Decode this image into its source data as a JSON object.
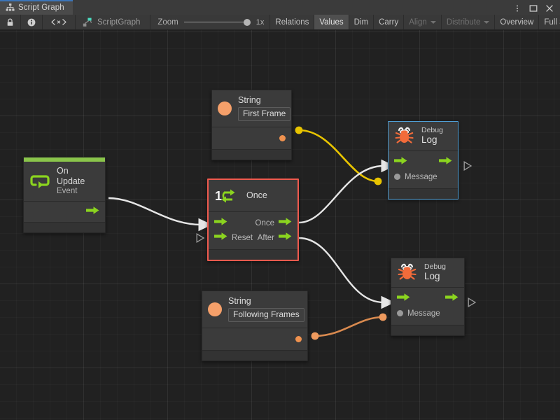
{
  "window": {
    "tab_title": "Script Graph",
    "tab_icon": "hierarchy-icon",
    "controls": [
      {
        "name": "window-menu-button",
        "glyph": "more-vertical-icon"
      },
      {
        "name": "window-maximize-button",
        "glyph": "maximize-icon"
      },
      {
        "name": "window-close-button",
        "glyph": "close-icon"
      }
    ]
  },
  "toolbar": {
    "lock_icon": "lock-icon",
    "info_icon": "info-icon",
    "code_icon": "angle-brackets-icon",
    "breadcrumb_label": "ScriptGraph",
    "breadcrumb_icon": "script-graph-icon",
    "zoom_label": "Zoom",
    "zoom_value": "1x",
    "buttons": [
      {
        "label": "Relations",
        "state": "normal"
      },
      {
        "label": "Values",
        "state": "active"
      },
      {
        "label": "Dim",
        "state": "normal"
      },
      {
        "label": "Carry",
        "state": "normal"
      },
      {
        "label": "Align",
        "state": "disabled",
        "dropdown": true
      },
      {
        "label": "Distribute",
        "state": "disabled",
        "dropdown": true
      },
      {
        "label": "Overview",
        "state": "normal"
      },
      {
        "label": "Full Screen",
        "state": "normal"
      }
    ]
  },
  "colors": {
    "accent_green": "#8ac54b",
    "flow_green": "#7fd33b",
    "string_orange": "#f5a06a",
    "wire_yellow": "#e8c400",
    "wire_orange": "#d98a4f",
    "wire_white": "#e8e8e8",
    "selection_red": "#f05a4e",
    "selection_blue": "#4f9fd6",
    "canvas_bg": "#212121",
    "node_bg": "#3b3b3b"
  },
  "nodes": {
    "on_update": {
      "title": "On Update",
      "subtitle": "Event",
      "icon": "event-loop-icon",
      "output_flow": "flow-out-port"
    },
    "string_first": {
      "title": "String",
      "icon": "string-value-icon",
      "value": "First Frame",
      "output": "value-out-port"
    },
    "string_following": {
      "title": "String",
      "icon": "string-value-icon",
      "value": "Following Frames",
      "output": "value-out-port"
    },
    "once": {
      "title": "Once",
      "icon": "once-counter-icon",
      "badge": "1",
      "inputs": [
        {
          "label": "",
          "name": "flow-in-port"
        },
        {
          "label": "Reset",
          "name": "reset-in-port"
        }
      ],
      "outputs": [
        {
          "label": "Once",
          "name": "once-out-port"
        },
        {
          "label": "After",
          "name": "after-out-port"
        }
      ],
      "selected": true
    },
    "debug_log_top": {
      "title_small": "Debug",
      "title_large": "Log",
      "icon": "bug-icon",
      "input_label": "Message",
      "selected": true
    },
    "debug_log_bottom": {
      "title_small": "Debug",
      "title_large": "Log",
      "icon": "bug-icon",
      "input_label": "Message",
      "selected": false
    }
  },
  "connections": [
    {
      "from": "on_update.flow_out",
      "to": "once.flow_in",
      "type": "flow",
      "color": "#e8e8e8"
    },
    {
      "from": "string_first.value_out",
      "to": "debug_log_top.message",
      "type": "value",
      "color": "#e8c400"
    },
    {
      "from": "once.once_out",
      "to": "debug_log_top.flow_in",
      "type": "flow",
      "color": "#e8e8e8"
    },
    {
      "from": "once.after_out",
      "to": "debug_log_bottom.flow_in",
      "type": "flow",
      "color": "#e8e8e8"
    },
    {
      "from": "string_following.value_out",
      "to": "debug_log_bottom.message",
      "type": "value",
      "color": "#d98a4f"
    }
  ]
}
